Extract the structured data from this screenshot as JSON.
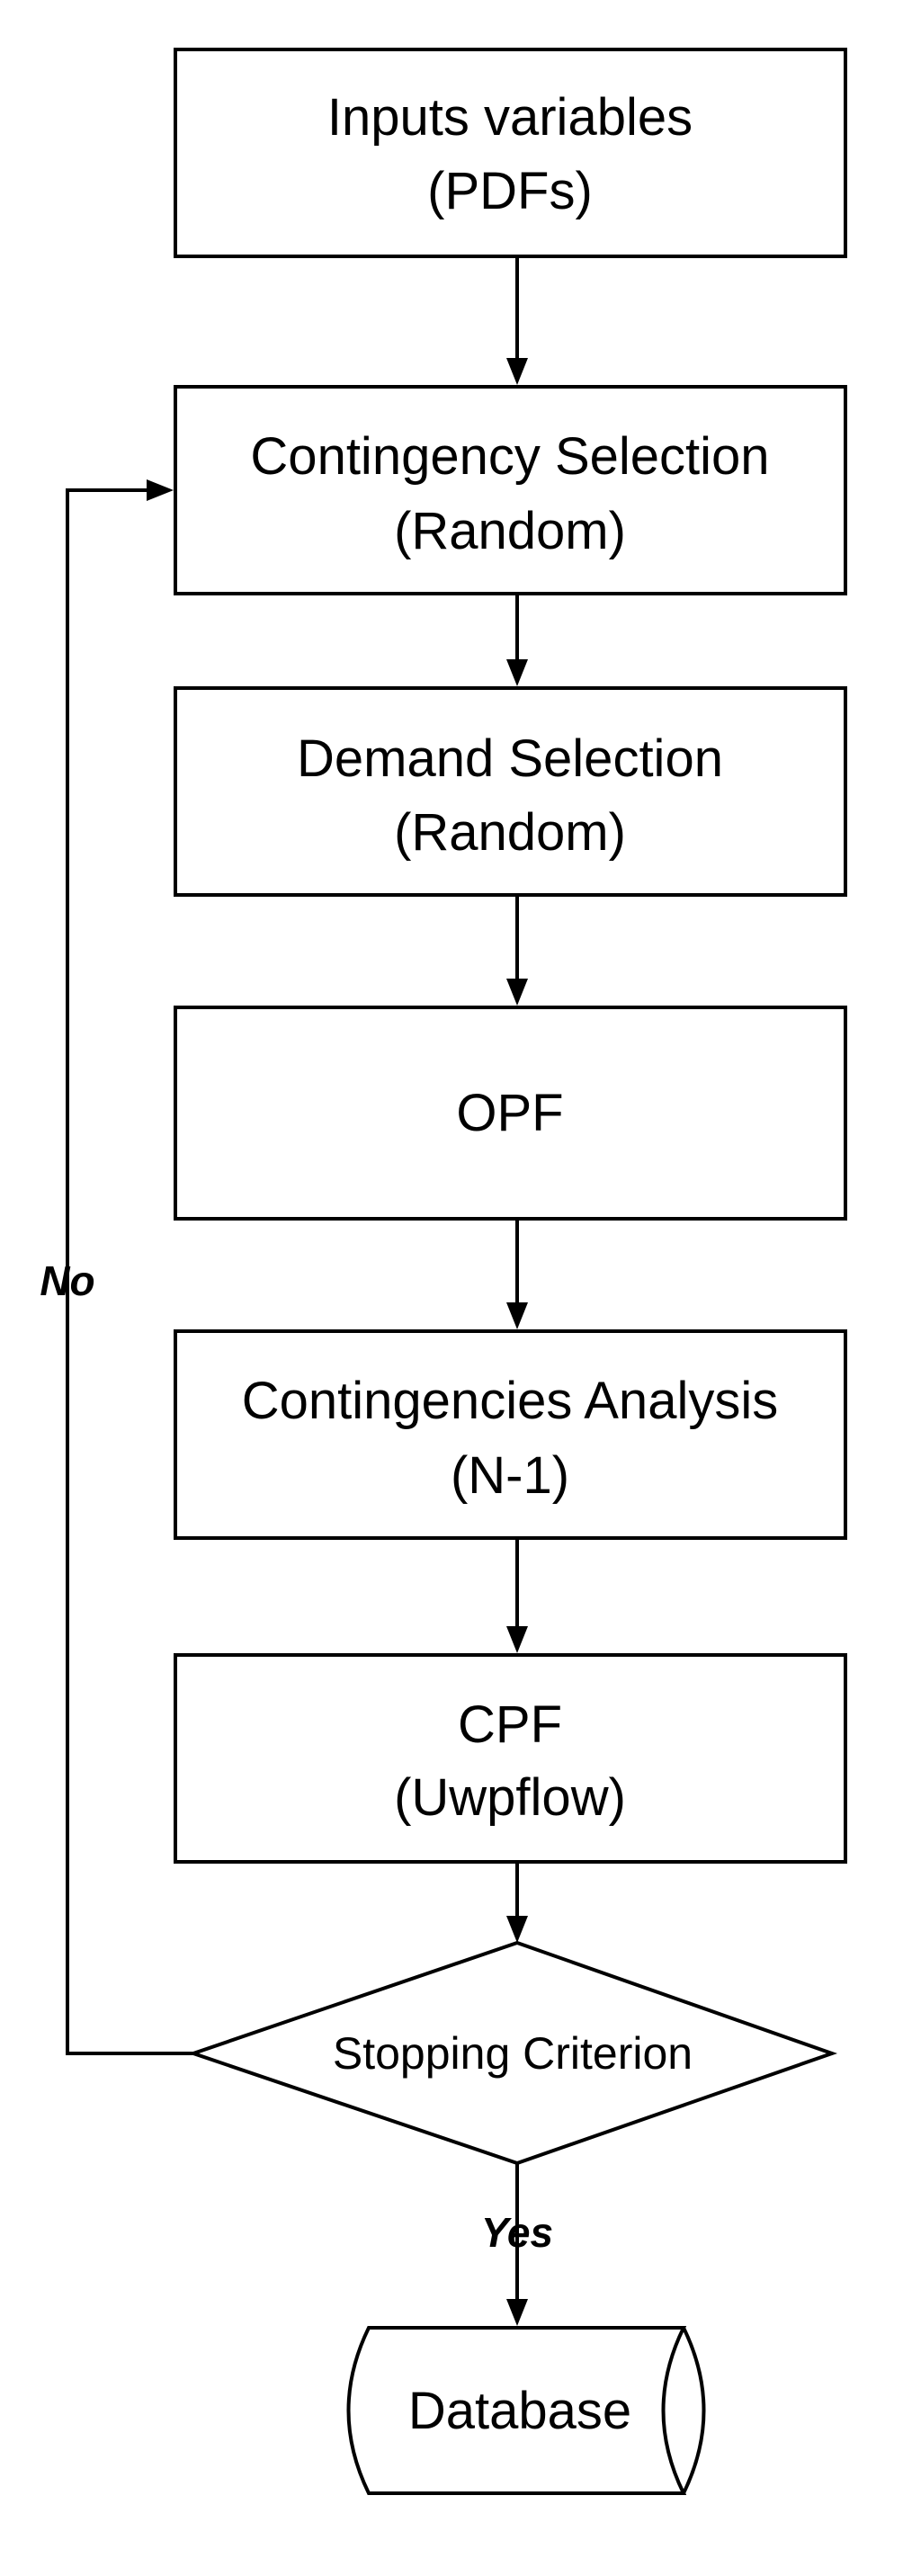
{
  "nodes": {
    "inputs": {
      "lines": [
        "Inputs variables",
        "(PDFs)"
      ]
    },
    "contingency_selection": {
      "lines": [
        "Contingency Selection",
        "(Random)"
      ]
    },
    "demand_selection": {
      "lines": [
        "Demand Selection",
        "(Random)"
      ]
    },
    "opf": {
      "lines": [
        "OPF"
      ]
    },
    "contingencies_analysis": {
      "lines": [
        "Contingencies Analysis",
        "(N-1)"
      ]
    },
    "cpf": {
      "lines": [
        "CPF",
        "(Uwpflow)"
      ]
    },
    "stopping_criterion": {
      "label": "Stopping Criterion"
    },
    "database": {
      "label": "Database"
    }
  },
  "edges": {
    "loop_label": "No",
    "exit_label": "Yes"
  }
}
